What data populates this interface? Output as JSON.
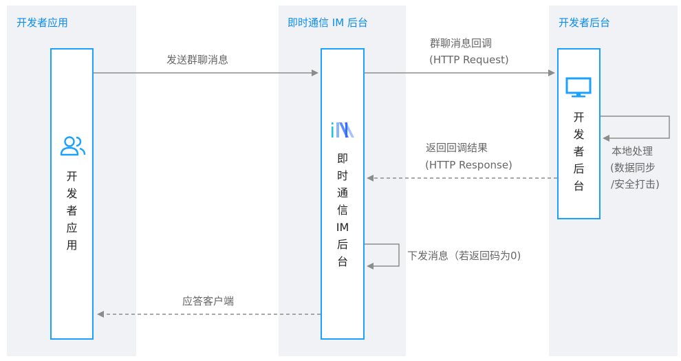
{
  "lanes": {
    "app": {
      "title": "开发者应用",
      "box_chars": [
        "开",
        "发",
        "者",
        "应",
        "用"
      ],
      "icon": "users-icon"
    },
    "im": {
      "title": "即时通信 IM 后台",
      "box_chars": [
        "即",
        "时",
        "通",
        "信",
        "IM",
        "后",
        "台"
      ],
      "icon": "im-logo-icon"
    },
    "dev": {
      "title": "开发者后台",
      "box_chars": [
        "开",
        "发",
        "者",
        "后",
        "台"
      ],
      "icon": "monitor-icon"
    }
  },
  "arrows": {
    "send": "发送群聊消息",
    "callback_line1": "群聊消息回调",
    "callback_line2": "(HTTP Request)",
    "result_line1": "返回回调结果",
    "result_line2": "(HTTP Response)",
    "local_line1": "本地处理",
    "local_line2": "(数据同步",
    "local_line3": "/安全打击)",
    "deliver": "下发消息（若返回码为0)",
    "reply": "应答客户端"
  },
  "colors": {
    "accent": "#1aa1ff",
    "title": "#0b8cf0",
    "lane": "#f1f2f6",
    "arrow": "#8c8c8c"
  }
}
